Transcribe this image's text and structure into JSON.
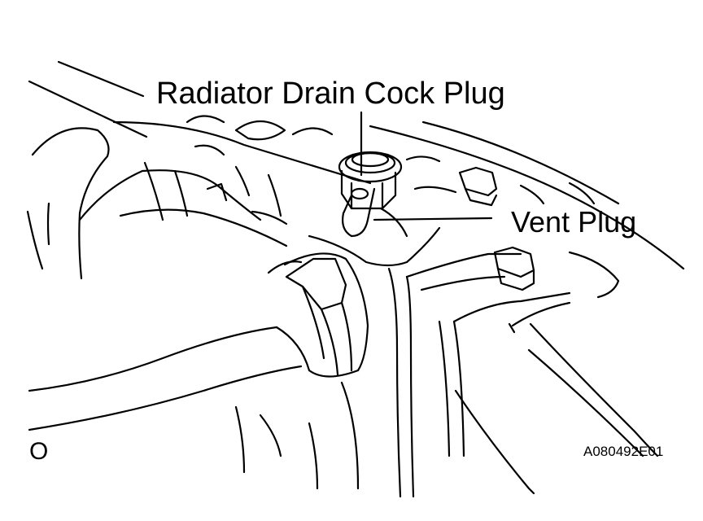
{
  "labels": {
    "drain_cock_plug": "Radiator Drain Cock Plug",
    "vent_plug": "Vent Plug",
    "corner_mark": "O",
    "figure_code": "A080492E01"
  }
}
